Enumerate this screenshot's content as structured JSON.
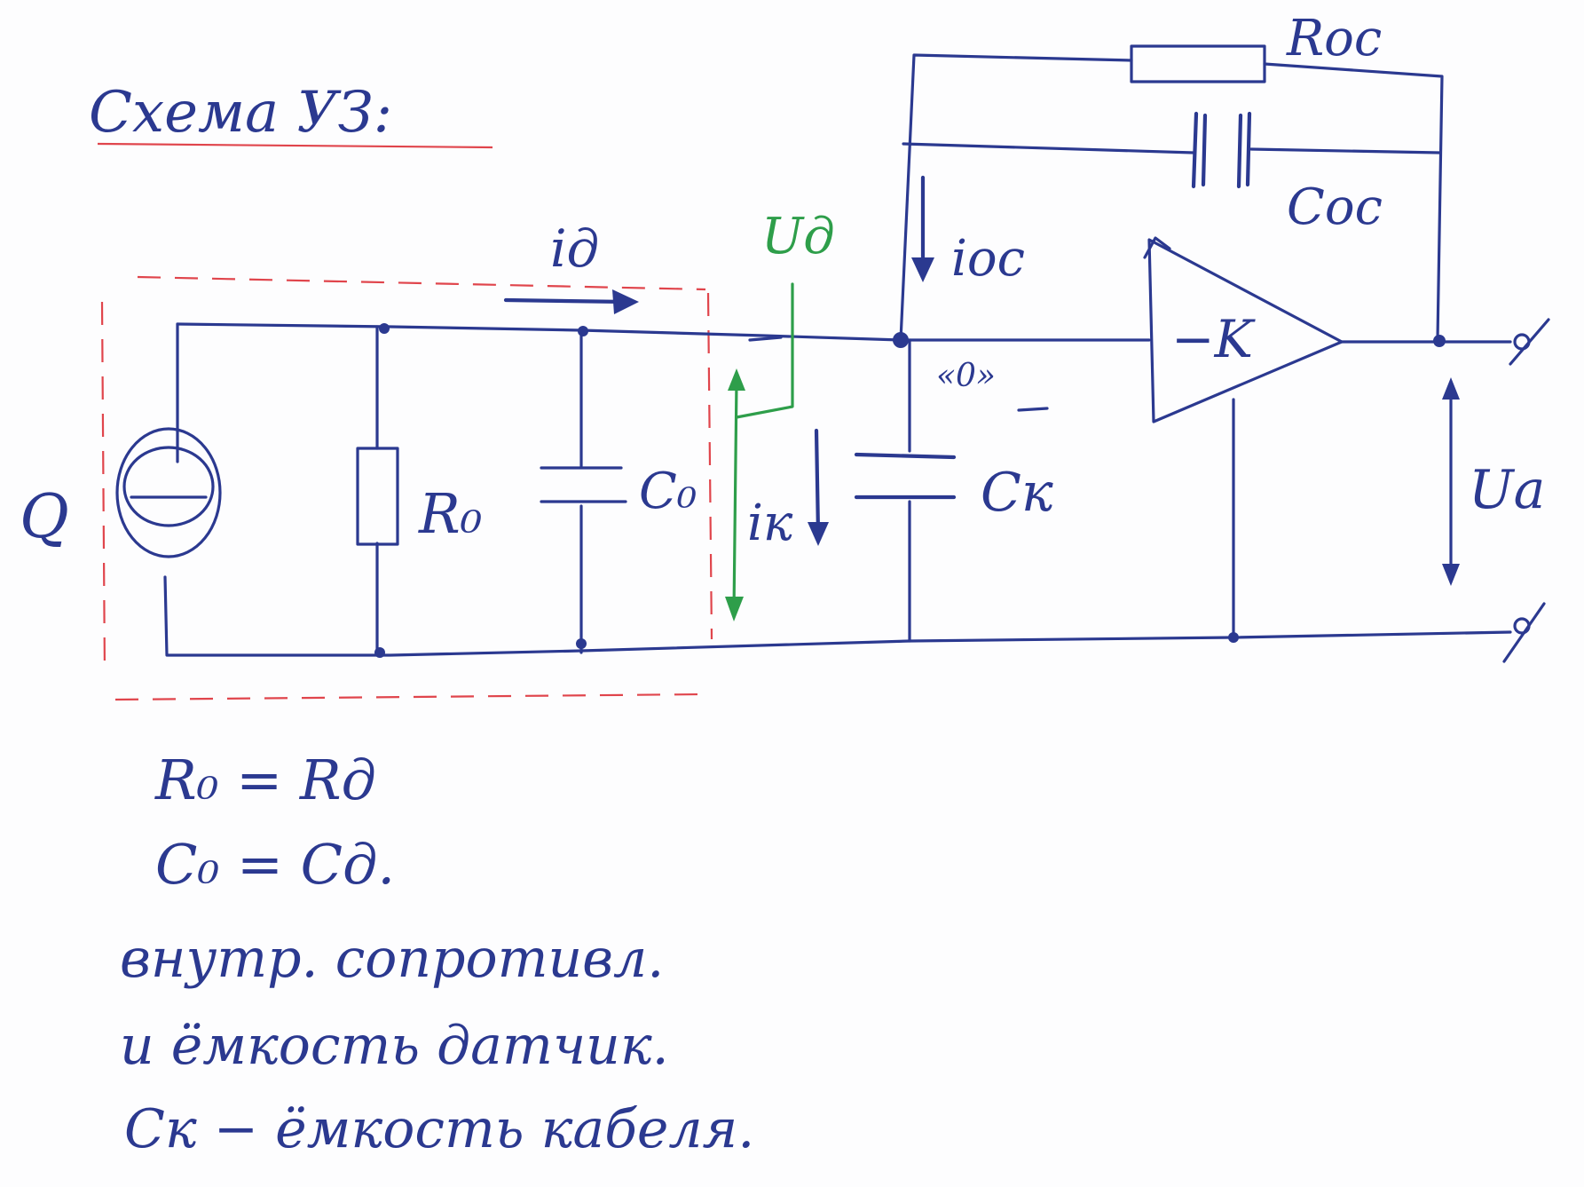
{
  "title": "Схема УЗ:",
  "labels": {
    "source": "Q",
    "r0": "R₀",
    "c0": "C₀",
    "ck": "Cк",
    "roc": "Roc",
    "coc": "Coc",
    "amp": "−K",
    "i_d": "iд",
    "u_d": "Uд",
    "i_oc": "ioc",
    "i_k": "iк",
    "zero_node": "«0»",
    "u_out": "Uа"
  },
  "notes": [
    "R₀ = Rд",
    "C₀ = Cд.",
    "внутр. сопротивл.",
    "и ёмкость датчик.",
    "Cк − ёмкость кабеля."
  ],
  "colors": {
    "ink": "#2b3990",
    "green": "#2e9e4a",
    "red": "#e0454c"
  }
}
